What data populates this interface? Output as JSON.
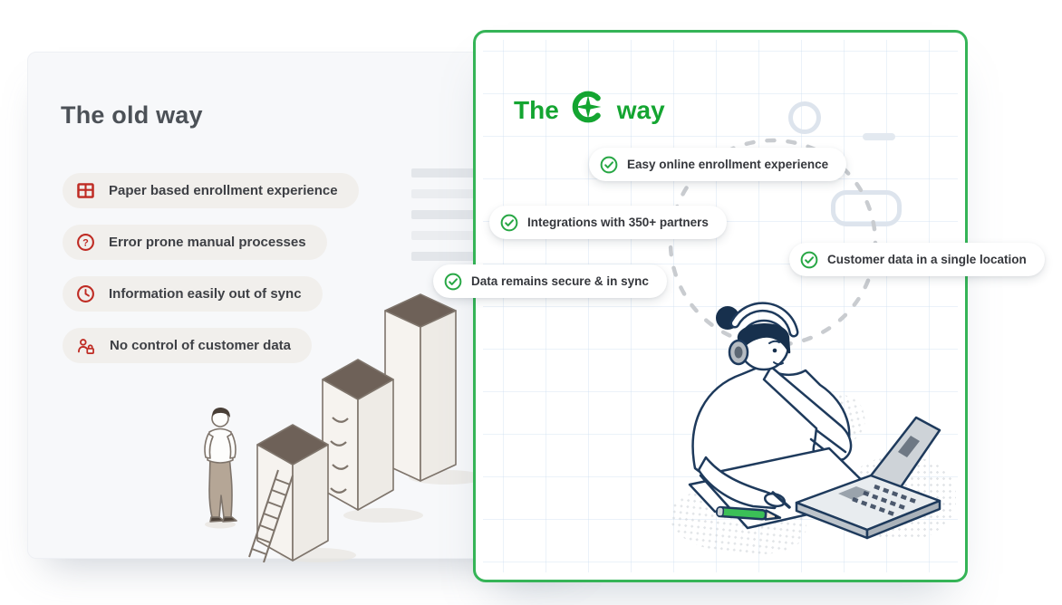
{
  "old_way": {
    "title": "The old way",
    "items": [
      {
        "icon": "table-grid-icon",
        "label": "Paper based enrollment experience"
      },
      {
        "icon": "question-circle-icon",
        "label": "Error prone manual processes"
      },
      {
        "icon": "clock-icon",
        "label": "Information easily out of sync"
      },
      {
        "icon": "person-lock-icon",
        "label": "No control of customer data"
      }
    ],
    "illustration": "person-looking-at-growing-file-towers"
  },
  "new_way": {
    "title_prefix": "The",
    "title_suffix": "way",
    "logo": "compass-star-logo",
    "items": [
      {
        "icon": "check-circle-icon",
        "label": "Easy online enrollment experience"
      },
      {
        "icon": "check-circle-icon",
        "label": "Integrations with 350+ partners"
      },
      {
        "icon": "check-circle-icon",
        "label": "Data remains secure & in sync"
      },
      {
        "icon": "check-circle-icon",
        "label": "Customer data in a single location"
      }
    ],
    "illustration": "person-with-headphones-at-laptop"
  },
  "colors": {
    "brand_green": "#14a531",
    "border_green": "#35b457",
    "check_green": "#28a745",
    "alert_red": "#bf2b23",
    "old_panel_bg": "#f7f8fa",
    "old_pill_bg": "#f1efec",
    "text_dark": "#3e4045",
    "title_gray": "#4c5157"
  }
}
